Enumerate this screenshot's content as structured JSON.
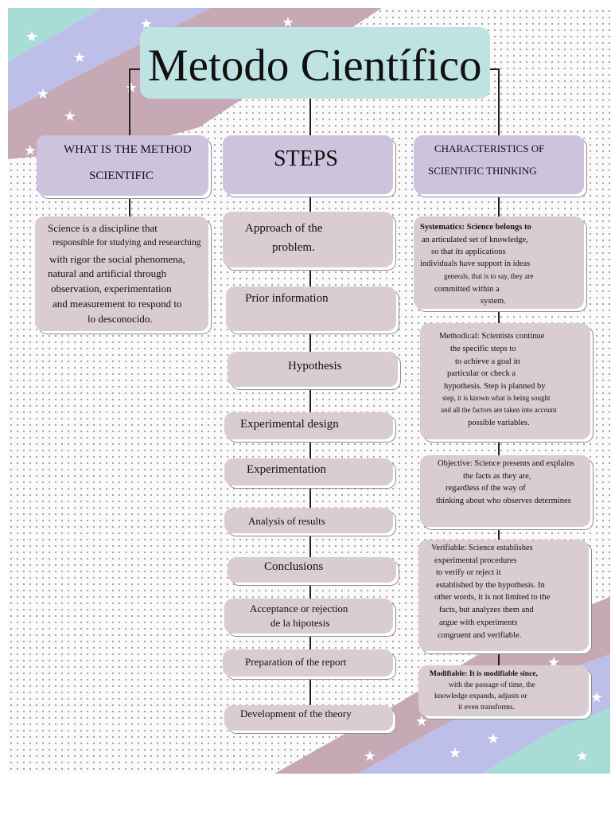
{
  "title": "Metodo Científico",
  "columns": {
    "what": {
      "header": [
        "WHAT IS THE METHOD",
        "SCIENTIFIC"
      ],
      "body": [
        "Science is a discipline that",
        "responsible for studying and researching",
        "with rigor the social phenomena,",
        "natural and artificial through",
        "observation, experimentation",
        "and measurement to respond to",
        "lo desconocido."
      ]
    },
    "steps": {
      "header": "STEPS",
      "items": [
        [
          "Approach of the",
          "problem."
        ],
        [
          "Prior information"
        ],
        [
          "Hypothesis"
        ],
        [
          "Experimental design"
        ],
        [
          "Experimentation"
        ],
        [
          "Analysis of results"
        ],
        [
          "Conclusions"
        ],
        [
          "Acceptance or rejection",
          "de la hipotesis"
        ],
        [
          "Preparation of the report"
        ],
        [
          "Development of the theory"
        ]
      ]
    },
    "characteristics": {
      "header": [
        "CHARACTERISTICS OF",
        "SCIENTIFIC THINKING"
      ],
      "items": [
        [
          "Systematics: Science belongs to",
          "an articulated set of knowledge,",
          "so that its applications",
          "individuals have support in ideas",
          "generals, that is to say, they are",
          "committed within a",
          "system."
        ],
        [
          "Methodical: Scientists continue",
          "the specific steps to",
          "to achieve a goal in",
          "particular or check a",
          "hypothesis. Step is planned by",
          "step, it is known what is being sought",
          "and all the factors are taken into account",
          "possible variables."
        ],
        [
          "Objective: Science presents and explains",
          "the facts as they are,",
          "regardless of the way of",
          "thinking about who observes determines"
        ],
        [
          "Verifiable: Science establishes",
          "experimental procedures",
          "to verify or reject it",
          "established by the hypothesis. In",
          "other words, it is not limited to the",
          "facts, but analyzes them and",
          "argue with experiments",
          "congruent and verifiable."
        ],
        [
          "Modifiable: It is modifiable since,",
          "with the passage of time, the",
          "knowledge expands, adjusts or",
          "it even transforms."
        ]
      ]
    }
  },
  "colors": {
    "title_box": "#bfe3e2",
    "header_box": "#cec3dc",
    "content_box": "#d9cdd2",
    "band_teal": "#a8dcd6",
    "band_lilac": "#bdbfe8",
    "band_mauve": "#c6a9b4",
    "connector": "#222222"
  }
}
